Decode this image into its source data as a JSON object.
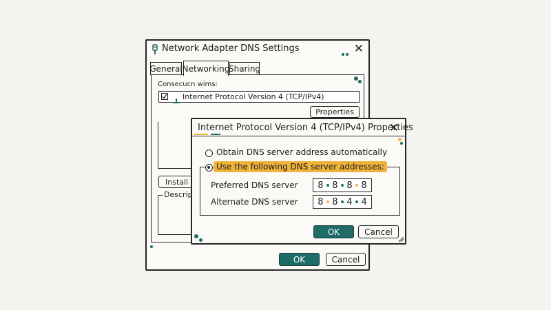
{
  "parent_window": {
    "title": "Network Adapter DNS Settings",
    "close_glyph": "✕",
    "tabs": [
      {
        "label": "General"
      },
      {
        "label": "Networking"
      },
      {
        "label": "Sharing"
      }
    ],
    "active_tab": "Networking",
    "connection_label": "Consecucn wims:",
    "item_label": "Internet Protocol Version 4 (TCP/IPv4)",
    "item_checked": true,
    "properties_button": "Properties",
    "install_button": "Install",
    "description_label": "Descripti",
    "ok_button": "OK",
    "cancel_button": "Cancel"
  },
  "dialog": {
    "title": "Internet Protocol Version 4 (TCP/IPv4) Properties",
    "close_glyph": "✕",
    "option_auto": "Obtain DNS server address automatically",
    "option_manual": "Use the following DNS server addresses:",
    "selected_option": "manual",
    "preferred_label": "Preferred DNS server",
    "preferred_octets": [
      "8",
      "8",
      "8",
      "8"
    ],
    "alternate_label": "Alternate DNS server",
    "alternate_octets": [
      "8",
      "8",
      "4",
      "4"
    ],
    "ok_button": "OK",
    "cancel_button": "Cancel"
  },
  "colors": {
    "accent_teal": "#1f6b66",
    "highlight_orange": "#f0b43c",
    "ink": "#262626",
    "background": "#f4f3f0"
  },
  "icons": {
    "adapter": "network-adapter-icon",
    "protocol": "protocol-icon"
  }
}
